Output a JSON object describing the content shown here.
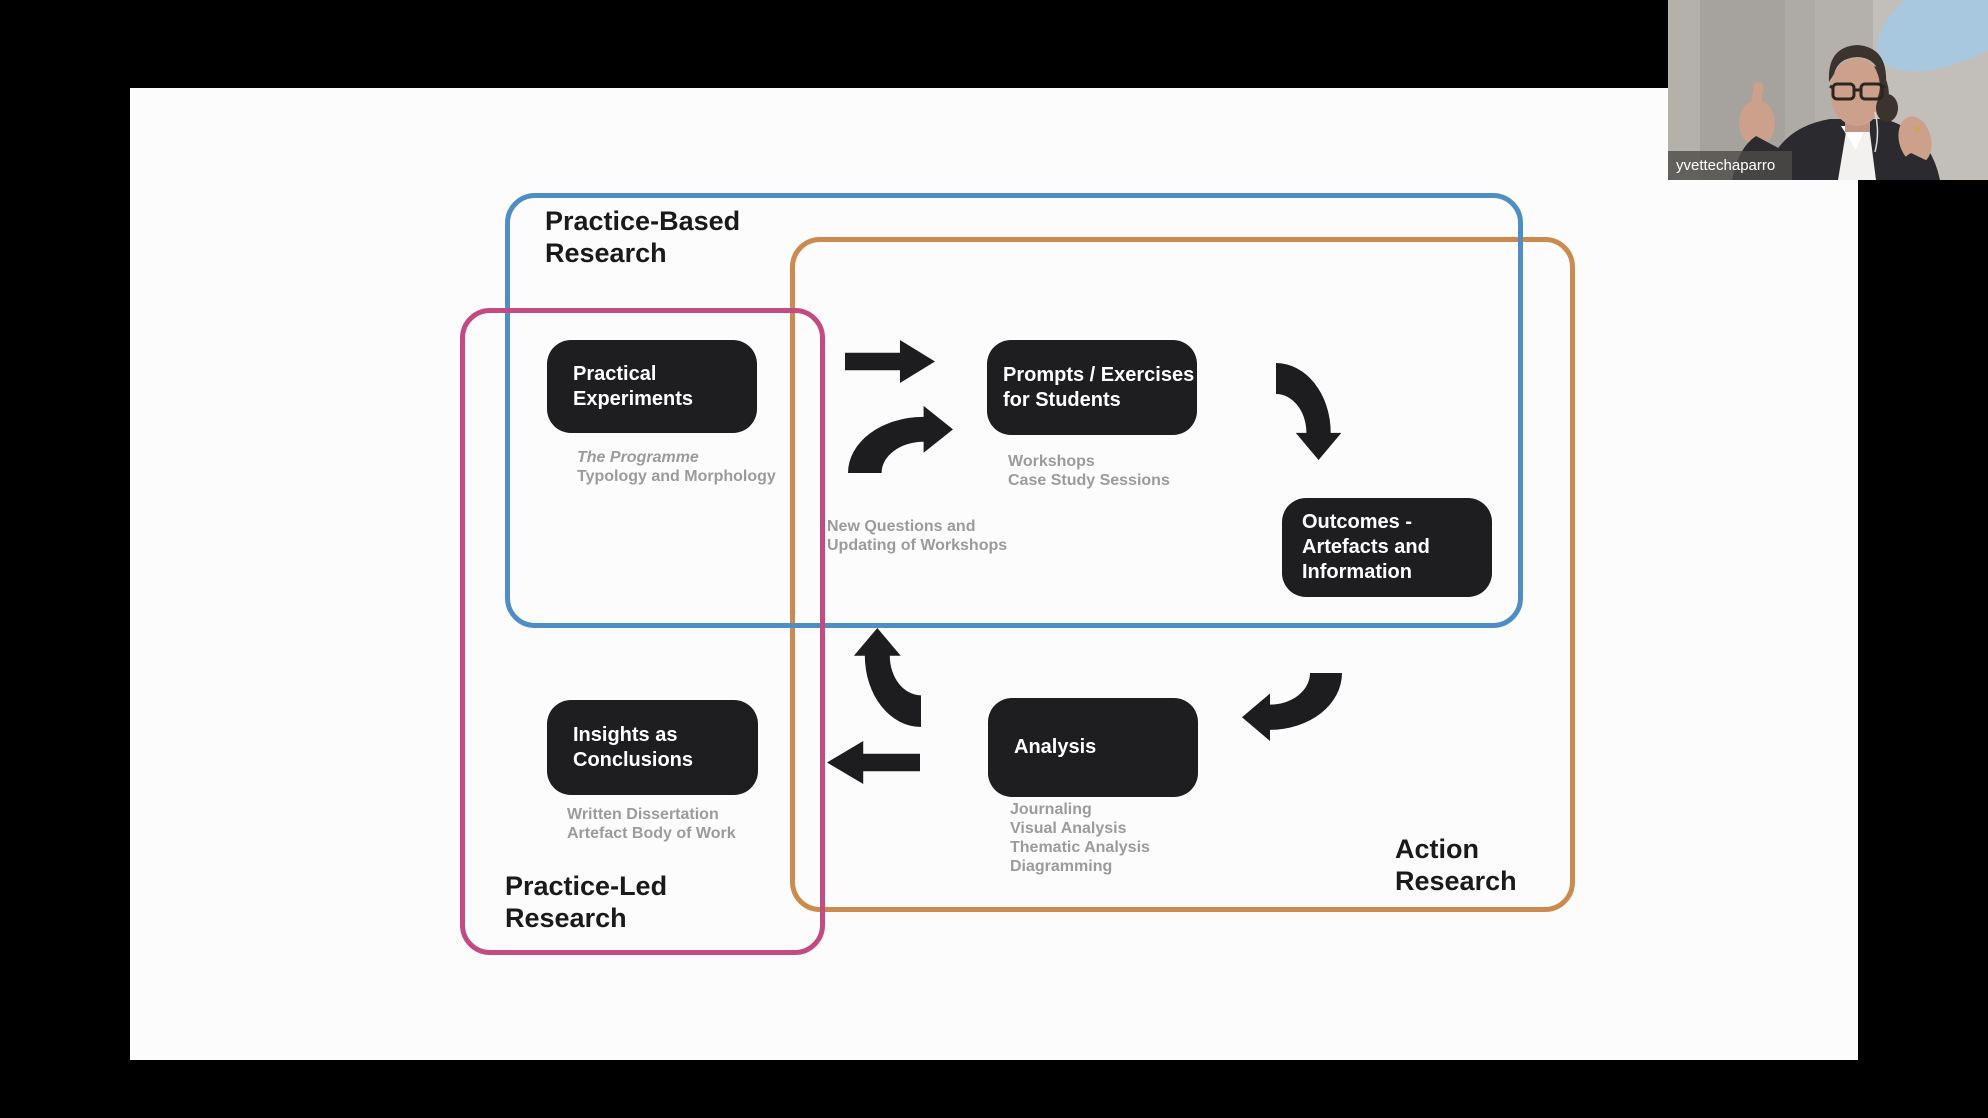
{
  "participant": {
    "name": "yvettechaparro"
  },
  "slide": {
    "regions": {
      "practice_based": {
        "lines": [
          "Practice-Based",
          "Research"
        ],
        "color": "#4e8ec5"
      },
      "action": {
        "lines": [
          "Action",
          "Research"
        ],
        "color": "#cd8a4f"
      },
      "practice_led": {
        "lines": [
          "Practice-Led",
          "Research"
        ],
        "color": "#c34b82"
      }
    },
    "nodes": {
      "practical_experiments": {
        "lines": [
          "Practical",
          "Experiments"
        ]
      },
      "prompts_exercises": {
        "lines": [
          "Prompts / Exercises",
          "for Students"
        ]
      },
      "outcomes": {
        "lines": [
          "Outcomes -",
          "Artefacts and",
          "Information"
        ]
      },
      "insights": {
        "lines": [
          "Insights as",
          "Conclusions"
        ]
      },
      "analysis": {
        "lines": [
          "Analysis"
        ]
      }
    },
    "annotations": {
      "practical_sub": {
        "lines": [
          "The Programme",
          "Typology and Morphology"
        ]
      },
      "prompts_sub": {
        "lines": [
          "Workshops",
          "Case Study Sessions"
        ]
      },
      "feedback": {
        "lines": [
          "New Questions and",
          "Updating of Workshops"
        ]
      },
      "insights_sub": {
        "lines": [
          "Written Dissertation",
          "Artefact Body of Work"
        ]
      },
      "analysis_sub": {
        "lines": [
          "Journaling",
          "Visual Analysis",
          "Thematic Analysis",
          "Diagramming"
        ]
      }
    },
    "colors": {
      "node_bg": "#1e1d20",
      "node_text": "#ffffff",
      "annotation_text": "#9b9b9b",
      "arrow": "#1d1c1e",
      "slide_bg": "#fcfcfc"
    }
  }
}
